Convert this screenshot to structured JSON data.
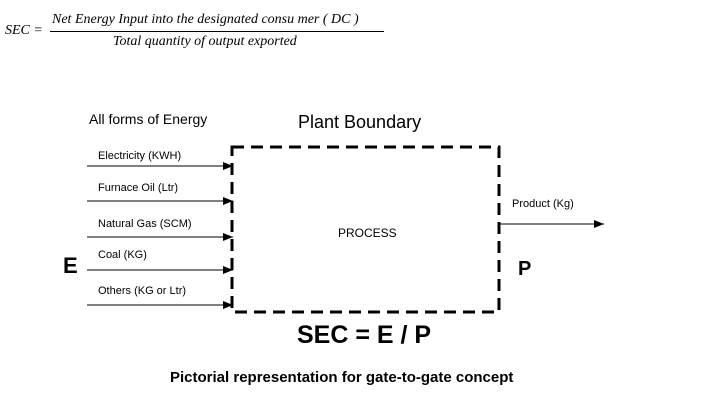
{
  "formula": {
    "lhs": "SEC =",
    "numerator": "Net Energy Input into the designated consu mer ( DC )",
    "denominator": "Total quantity of output exported"
  },
  "diagram": {
    "all_forms_label": "All forms of Energy",
    "plant_boundary_label": "Plant Boundary",
    "inputs": [
      "Electricity (KWH)",
      "Furnace Oil (Ltr)",
      "Natural Gas (SCM)",
      "Coal (KG)",
      "Others (KG or Ltr)"
    ],
    "input_symbol": "E",
    "process_label": "PROCESS",
    "output_label": "Product (Kg)",
    "output_symbol": "P",
    "sec_equation": "SEC = E / P"
  },
  "caption": "Pictorial representation for gate-to-gate concept"
}
